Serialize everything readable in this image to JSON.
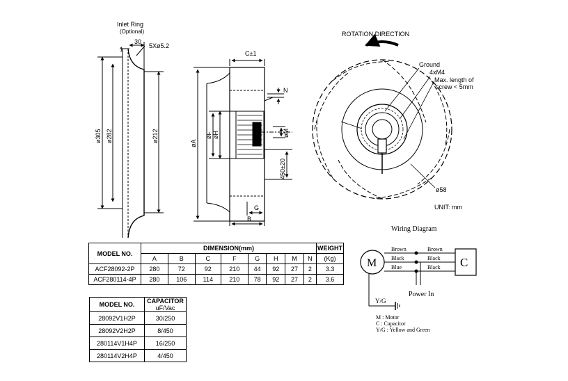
{
  "side_view": {
    "inlet_ring": "Inlet Ring",
    "optional": "(Optional)",
    "dim_1": "1",
    "dim_30": "30",
    "holes": "5Xø5.2",
    "d305": "ø305",
    "d282": "ø282",
    "d212": "ø212"
  },
  "section_view": {
    "c": "C±1",
    "n": "N",
    "a": "øA",
    "f": "øF",
    "h": "øH",
    "m": "øM",
    "cable": "450±20",
    "g": "G",
    "b": "B"
  },
  "front_view": {
    "rotation": "ROTATION DIRECTION",
    "ground": "Ground",
    "screw1": "4xM4",
    "screw2": "Max. length of",
    "screw3": "screw < 5mm",
    "d58": "ø58",
    "unit": "UNIT: mm"
  },
  "wiring": {
    "title": "Wiring Diagram",
    "motor": "M",
    "capacitor": "C",
    "wires_left": [
      "Brown",
      "Black",
      "Blue"
    ],
    "wires_right": [
      "Brown",
      "Black",
      "Black"
    ],
    "yg": "Y/G",
    "power_in": "Power In",
    "legend": [
      "M : Motor",
      "C : Capacitor",
      "Y/G : Yellow and Green"
    ]
  },
  "dimension_table": {
    "model_header": "MODEL NO.",
    "dimension_header": "DIMENSION(mm)",
    "weight_header": "WEIGHT",
    "weight_unit": "(Kg)",
    "columns": [
      "A",
      "B",
      "C",
      "F",
      "G",
      "H",
      "M",
      "N"
    ],
    "rows": [
      {
        "model": "ACF28092-2P",
        "values": [
          "280",
          "72",
          "92",
          "210",
          "44",
          "92",
          "27",
          "2"
        ],
        "weight": "3.3"
      },
      {
        "model": "ACF280114-4P",
        "values": [
          "280",
          "106",
          "114",
          "210",
          "78",
          "92",
          "27",
          "2"
        ],
        "weight": "3.6"
      }
    ]
  },
  "capacitor_table": {
    "model_header": "MODEL NO.",
    "cap_header": "CAPACITOR",
    "cap_unit": "uF/Vac",
    "rows": [
      {
        "model": "28092V1H2P",
        "value": "30/250"
      },
      {
        "model": "28092V2H2P",
        "value": "8/450"
      },
      {
        "model": "280114V1H4P",
        "value": "16/250"
      },
      {
        "model": "280114V2H4P",
        "value": "4/450"
      }
    ]
  }
}
